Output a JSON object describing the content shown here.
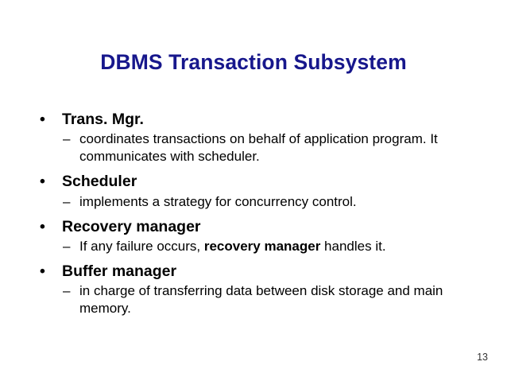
{
  "slide": {
    "title": "DBMS Transaction Subsystem",
    "title_color": "#17178c",
    "body_color": "#000000",
    "background_color": "#ffffff",
    "page_number": "13",
    "bullet_marker": "•",
    "sub_bullet_marker": "–",
    "items": [
      {
        "label": "Trans. Mgr.",
        "sub": [
          {
            "pre": "coordinates transactions on behalf of application program. It communicates with scheduler.",
            "bold": "",
            "post": ""
          }
        ]
      },
      {
        "label": "Scheduler",
        "sub": [
          {
            "pre": "implements a strategy for concurrency control.",
            "bold": "",
            "post": ""
          }
        ]
      },
      {
        "label": "Recovery manager",
        "sub": [
          {
            "pre": "If any failure occurs, ",
            "bold": "recovery manager",
            "post": " handles it."
          }
        ]
      },
      {
        "label": "Buffer manager",
        "sub": [
          {
            "pre": "in charge of transferring data between disk storage and main memory.",
            "bold": "",
            "post": ""
          }
        ]
      }
    ]
  }
}
